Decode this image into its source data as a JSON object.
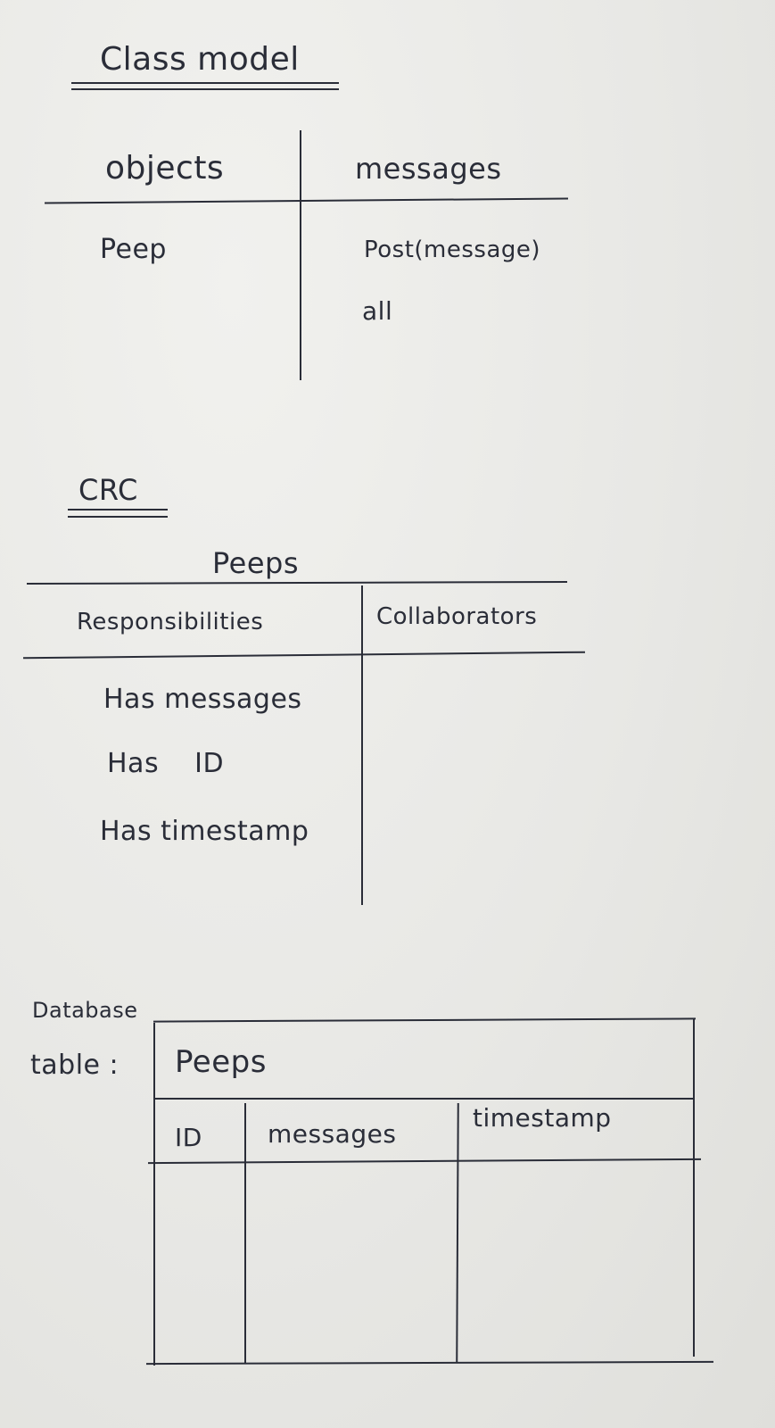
{
  "class_model": {
    "heading": "Class model",
    "objects_header": "objects",
    "messages_header": "messages",
    "objects": [
      "Peep"
    ],
    "messages": [
      "Post(message)",
      "all"
    ]
  },
  "crc": {
    "heading": "CRC",
    "card_title": "Peeps",
    "responsibilities_header": "Responsibilities",
    "collaborators_header": "Collaborators",
    "responsibilities": [
      "Has messages",
      "Has ID",
      "Has timestamp"
    ]
  },
  "database": {
    "label_line1": "Database",
    "label_line2": "table :",
    "table_name": "Peeps",
    "columns": [
      "ID",
      "messages",
      "timestamp"
    ]
  }
}
